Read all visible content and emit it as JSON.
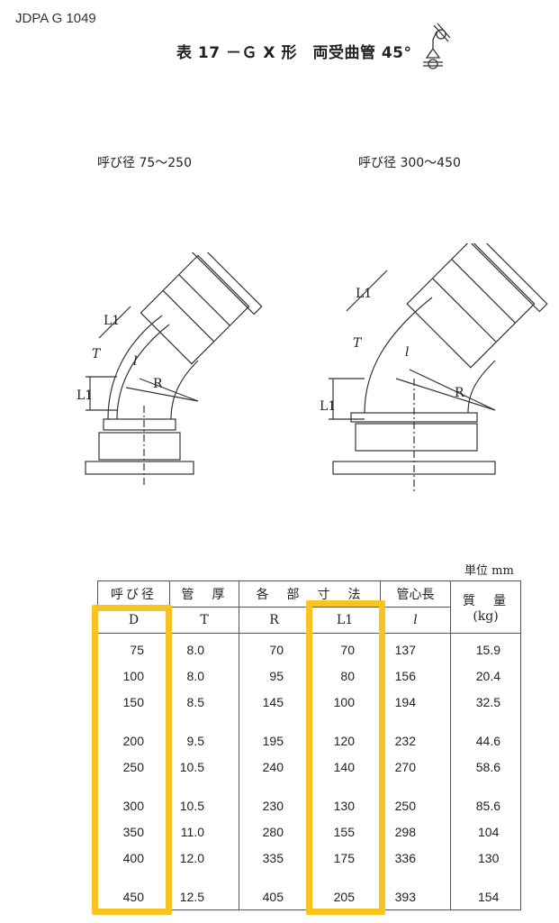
{
  "header": {
    "standard": "JDPA G 1049",
    "title": "表 17 －Ｇ X 形　両受曲管 45°",
    "symbol_icon": "double-socket-bend-symbol"
  },
  "figures": [
    {
      "caption": "呼び径 75～250",
      "labels": {
        "t": "T",
        "l1a": "L1",
        "l1b": "L1",
        "r": "R",
        "l": "l"
      }
    },
    {
      "caption": "呼び径 300～450",
      "labels": {
        "t": "T",
        "l1a": "L1",
        "l1b": "L1",
        "r": "R",
        "l": "l"
      }
    }
  ],
  "table": {
    "unit": "単位 mm",
    "headers": {
      "nominal": "呼び径",
      "thickness": "管　厚",
      "dims": "各　部　寸　法",
      "center_len": "管心長",
      "mass": "質　量",
      "mass_unit": "(kg)"
    },
    "subheaders": {
      "d": "D",
      "t": "T",
      "r": "R",
      "l1": "L1",
      "l": "l"
    },
    "rows": [
      [
        "75",
        "8.0",
        "70",
        "70",
        "137",
        "15.9"
      ],
      [
        "100",
        "8.0",
        "95",
        "80",
        "156",
        "20.4"
      ],
      [
        "150",
        "8.5",
        "145",
        "100",
        "194",
        "32.5"
      ],
      [
        "200",
        "9.5",
        "195",
        "120",
        "232",
        "44.6"
      ],
      [
        "250",
        "10.5",
        "240",
        "140",
        "270",
        "58.6"
      ],
      [
        "300",
        "10.5",
        "230",
        "130",
        "250",
        "85.6"
      ],
      [
        "350",
        "11.0",
        "280",
        "155",
        "298",
        "104"
      ],
      [
        "400",
        "12.0",
        "335",
        "175",
        "336",
        "130"
      ],
      [
        "450",
        "12.5",
        "405",
        "205",
        "393",
        "154"
      ]
    ]
  },
  "highlight_color": "#F8C420"
}
